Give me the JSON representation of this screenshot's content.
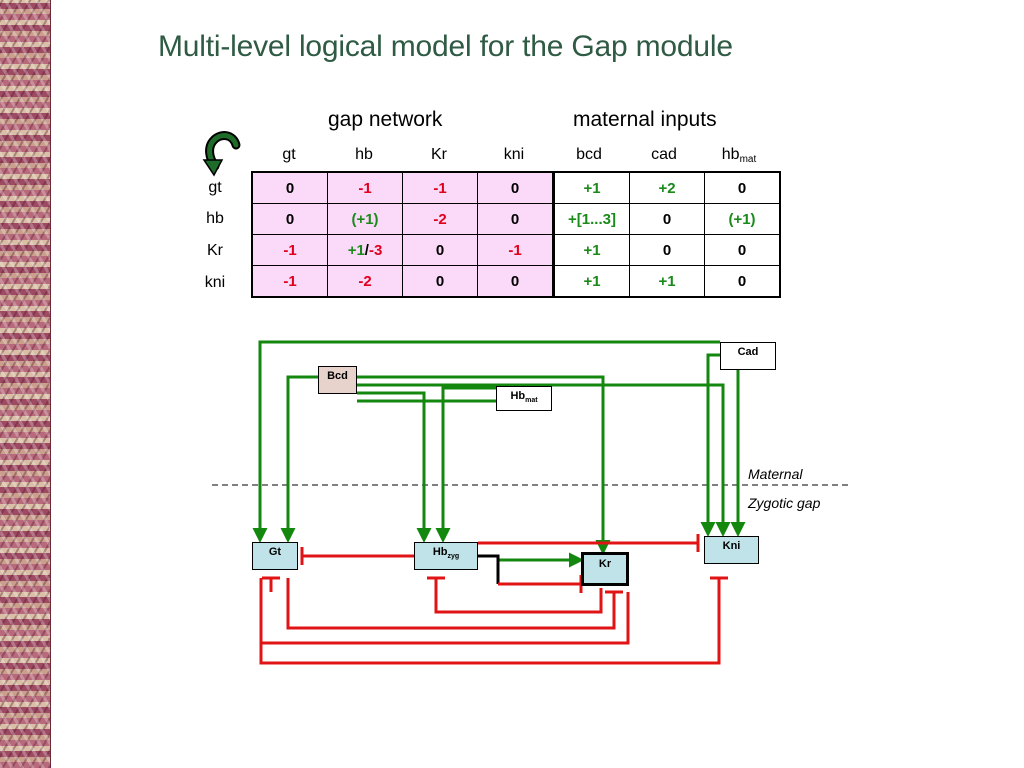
{
  "title": "Multi-level logical model for the Gap module",
  "table": {
    "group_labels": {
      "gap_network": "gap network",
      "maternal_inputs": "maternal inputs"
    },
    "columns": [
      {
        "label": "gt",
        "sub": ""
      },
      {
        "label": "hb",
        "sub": ""
      },
      {
        "label": "Kr",
        "sub": ""
      },
      {
        "label": "kni",
        "sub": ""
      },
      {
        "label": "bcd",
        "sub": ""
      },
      {
        "label": "cad",
        "sub": ""
      },
      {
        "label": "hb",
        "sub": "mat"
      }
    ],
    "rows": [
      {
        "label": "gt",
        "cells": [
          "0",
          "-1",
          "-1",
          "0",
          "+1",
          "+2",
          "0"
        ]
      },
      {
        "label": "hb",
        "cells": [
          "0",
          "(+1)",
          "-2",
          "0",
          "+[1...3]",
          "0",
          "(+1)"
        ]
      },
      {
        "label": "Kr",
        "cells": [
          "-1",
          "+1/-3",
          "0",
          "-1",
          "+1",
          "0",
          "0"
        ]
      },
      {
        "label": "kni",
        "cells": [
          "-1",
          "-2",
          "0",
          "0",
          "+1",
          "+1",
          "0"
        ]
      }
    ],
    "split_value": {
      "pos": "+1",
      "slash": "/",
      "neg": "-3"
    }
  },
  "nodes": {
    "cad": "Cad",
    "bcd": "Bcd",
    "hb_mat": {
      "main": "Hb",
      "sub": "mat"
    },
    "gt": "Gt",
    "hb_zyg": {
      "main": "Hb",
      "sub": "zyg"
    },
    "kr": "Kr",
    "kni": "Kni"
  },
  "layers": {
    "maternal": "Maternal",
    "zygotic": "Zygotic gap"
  },
  "colors": {
    "title": "#2f5a43",
    "activation": "#14870f",
    "inhibition": "#e01414",
    "negative_value": "#e0001c",
    "positive_value": "#1a8a1a",
    "network_cell": "#fbd9f8",
    "bcd_node": "#e8d2cc",
    "zygotic_node": "#bfe3e8"
  }
}
